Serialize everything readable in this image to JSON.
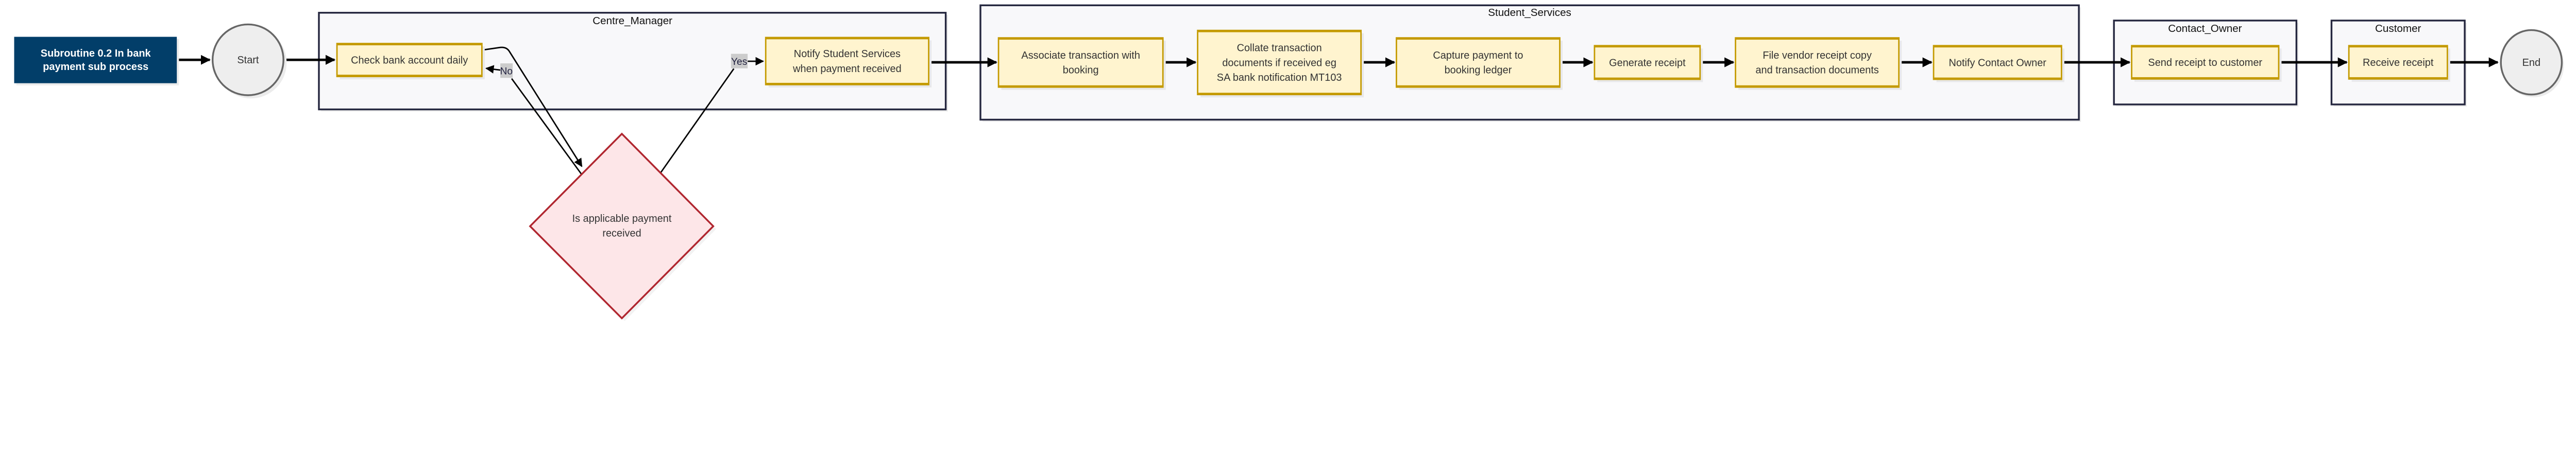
{
  "subroutine": {
    "lines": [
      "Subroutine 0.2 In bank",
      "payment sub process"
    ],
    "fill": "#023e69"
  },
  "start": {
    "label": "Start"
  },
  "end": {
    "label": "End"
  },
  "lanes": {
    "centre_manager": "Centre_Manager",
    "student_services": "Student_Services",
    "contact_owner": "Contact_Owner",
    "customer": "Customer"
  },
  "nodes": {
    "check_bank": {
      "lines": [
        "Check bank account daily"
      ]
    },
    "decision": {
      "lines": [
        "Is applicable payment",
        "received"
      ]
    },
    "notify_ss": {
      "lines": [
        "Notify Student Services",
        "when payment received"
      ]
    },
    "associate": {
      "lines": [
        "Associate transaction with",
        "booking"
      ]
    },
    "collate": {
      "lines": [
        "Collate transaction",
        "documents if received eg",
        "SA bank notification MT103"
      ]
    },
    "capture": {
      "lines": [
        "Capture payment to",
        "booking ledger"
      ]
    },
    "generate": {
      "lines": [
        "Generate receipt"
      ]
    },
    "file_vendor": {
      "lines": [
        "File vendor receipt copy",
        "and transaction documents"
      ]
    },
    "notify_co": {
      "lines": [
        "Notify Contact Owner"
      ]
    },
    "send_receipt": {
      "lines": [
        "Send receipt to customer"
      ]
    },
    "receive_receipt": {
      "lines": [
        "Receive receipt"
      ]
    }
  },
  "edge_labels": {
    "no": "No",
    "yes": "Yes"
  },
  "colors": {
    "process_fill": "#fff4cf",
    "process_border": "#c49a00",
    "decision_fill": "#fde6e8",
    "decision_border": "#b0262f",
    "lane_fill": "#f8f8fa",
    "lane_border": "#262840",
    "terminal_fill": "#eeeeee"
  }
}
